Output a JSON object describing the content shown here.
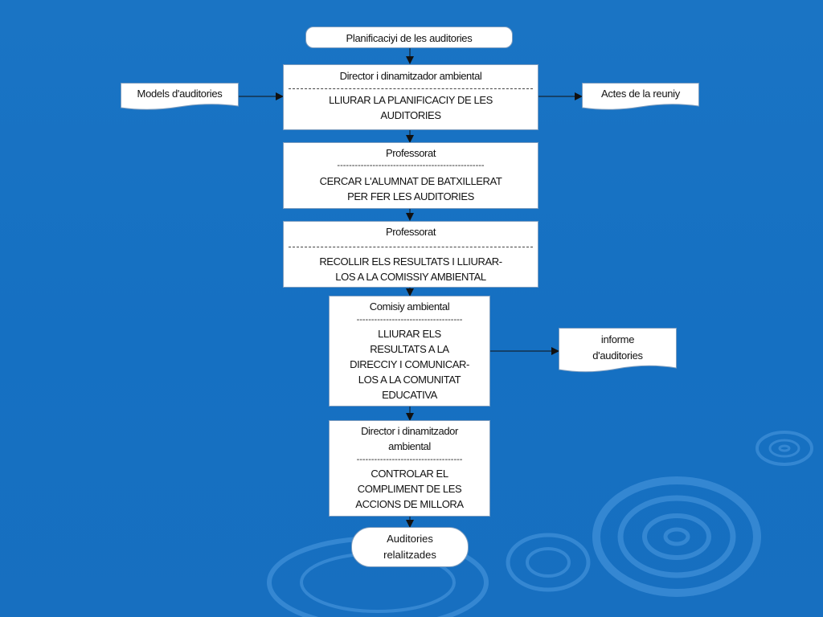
{
  "colors": {
    "background": "#1a74c4",
    "box_fill": "#ffffff",
    "box_border": "#7d9dbf",
    "arrow": "#111111"
  },
  "start": {
    "label": "Planificaciyi de les auditories"
  },
  "steps": [
    {
      "role": "Director i dinamitzador ambiental",
      "action_lines": [
        "LLIURAR LA PLANIFICACIY DE LES",
        "AUDITORIES"
      ]
    },
    {
      "role": "Professorat",
      "divider": "--------------------------------------------------",
      "action_lines": [
        "CERCAR L'ALUMNAT DE BATXILLERAT",
        "PER FER LES AUDITORIES"
      ]
    },
    {
      "role": "Professorat",
      "action_lines": [
        "RECOLLIR ELS RESULTATS I LLIURAR-",
        "LOS A LA COMISSIY AMBIENTAL"
      ]
    },
    {
      "role": "Comisiy ambiental",
      "divider": "------------------------------------",
      "action_lines": [
        "LLIURAR ELS",
        "RESULTATS A LA",
        "DIRECCIY I COMUNICAR-",
        "LOS A LA COMUNITAT",
        "EDUCATIVA"
      ]
    },
    {
      "role_lines": [
        "Director i dinamitzador",
        "ambiental"
      ],
      "divider": "------------------------------------",
      "action_lines": [
        "CONTROLAR EL",
        "COMPLIMENT DE LES",
        "ACCIONS DE MILLORA"
      ]
    }
  ],
  "end": {
    "lines": [
      "Auditories",
      "relalitzades"
    ]
  },
  "documents": {
    "models": {
      "label": "Models d'auditories"
    },
    "actes": {
      "label": "Actes de la reuniy"
    },
    "informe": {
      "lines": [
        "informe",
        "d'auditories"
      ]
    }
  }
}
